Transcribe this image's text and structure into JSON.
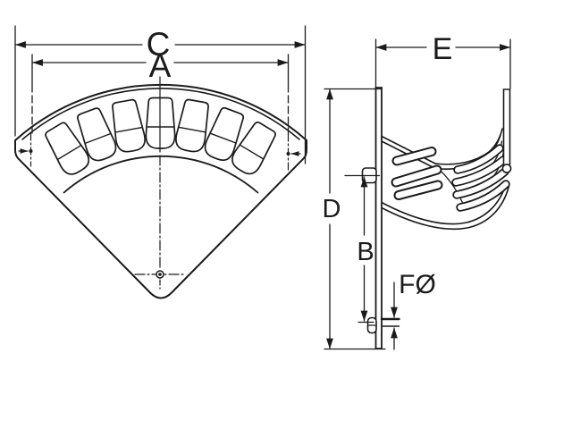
{
  "colors": {
    "background": "#ffffff",
    "ink": "#1b1b1b"
  },
  "drawing_type": "technical-dimension-drawing",
  "front_view": {
    "dimensions": {
      "overall_width": {
        "label": "C"
      },
      "hole_spacing": {
        "label": "A"
      }
    }
  },
  "side_view": {
    "dimensions": {
      "depth": {
        "label": "E"
      },
      "overall_height": {
        "label": "D"
      },
      "hole_distance": {
        "label": "B"
      },
      "hole_diameter": {
        "label": "FØ"
      }
    }
  }
}
